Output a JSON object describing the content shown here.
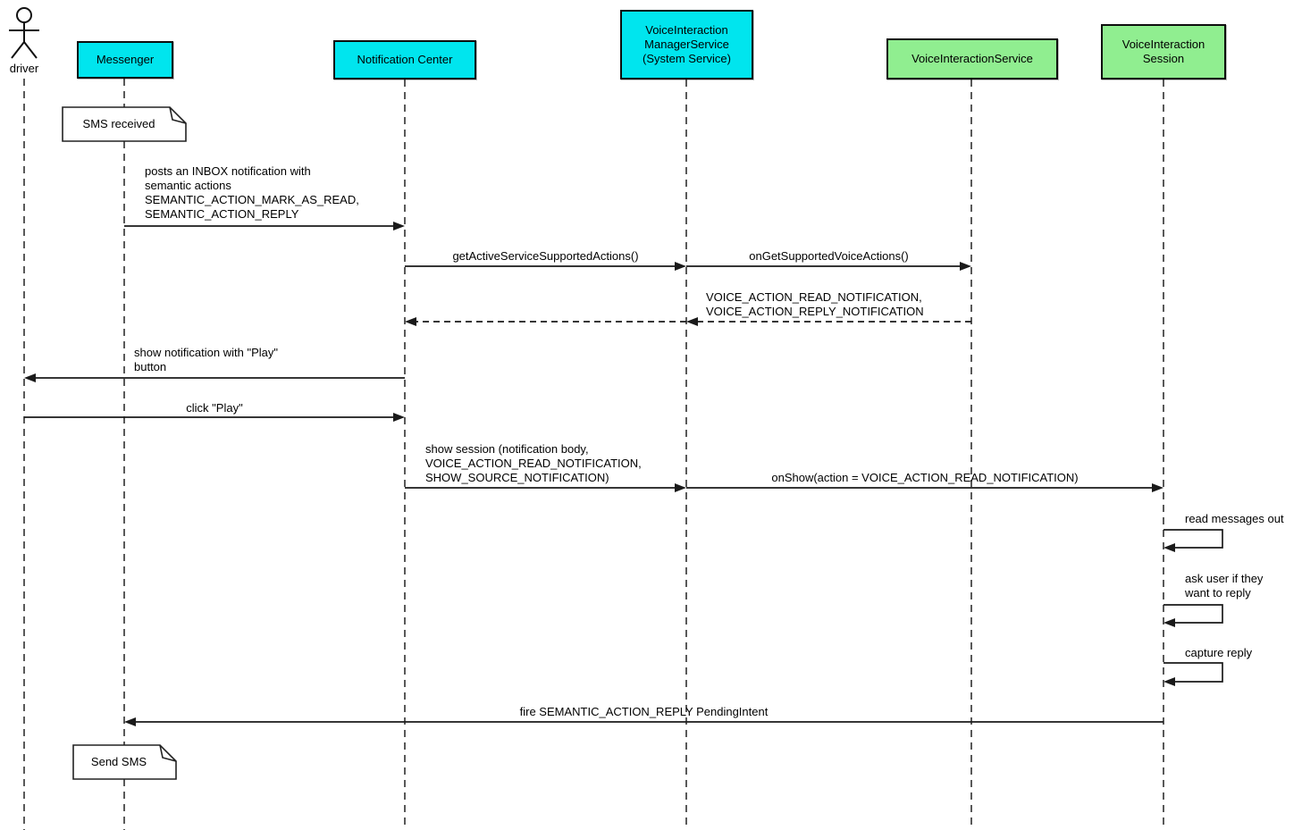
{
  "actor": {
    "label": "driver"
  },
  "participants": [
    {
      "id": "messenger",
      "label": "Messenger",
      "color": "#00e5ee"
    },
    {
      "id": "notification-center",
      "label": "Notification Center",
      "color": "#00e5ee"
    },
    {
      "id": "voice-interaction-manager-service",
      "label": "VoiceInteraction\nManagerService\n(System Service)",
      "color": "#00e5ee"
    },
    {
      "id": "voice-interaction-service",
      "label": "VoiceInteractionService",
      "color": "#90ee90"
    },
    {
      "id": "voice-interaction-session",
      "label": "VoiceInteraction\nSession",
      "color": "#90ee90"
    }
  ],
  "notes": [
    {
      "id": "sms-received",
      "text": "SMS received"
    },
    {
      "id": "send-sms",
      "text": "Send SMS"
    }
  ],
  "messages": [
    {
      "from": "Messenger",
      "to": "Notification Center",
      "text": "posts an INBOX notification with\nsemantic actions\nSEMANTIC_ACTION_MARK_AS_READ,\nSEMANTIC_ACTION_REPLY"
    },
    {
      "from": "Notification Center",
      "to": "VoiceInteractionManagerService",
      "text": "getActiveServiceSupportedActions()"
    },
    {
      "from": "VoiceInteractionManagerService",
      "to": "VoiceInteractionService",
      "text": "onGetSupportedVoiceActions()"
    },
    {
      "from": "VoiceInteractionService",
      "to": "Notification Center",
      "text": "VOICE_ACTION_READ_NOTIFICATION,\nVOICE_ACTION_REPLY_NOTIFICATION"
    },
    {
      "from": "Notification Center",
      "to": "driver",
      "text": "show notification with \"Play\"\nbutton"
    },
    {
      "from": "driver",
      "to": "Notification Center",
      "text": "click \"Play\""
    },
    {
      "from": "Notification Center",
      "to": "VoiceInteractionManagerService",
      "text": "show session (notification body,\nVOICE_ACTION_READ_NOTIFICATION,\nSHOW_SOURCE_NOTIFICATION)"
    },
    {
      "from": "VoiceInteractionManagerService",
      "to": "VoiceInteractionSession",
      "text": "onShow(action = VOICE_ACTION_READ_NOTIFICATION)"
    },
    {
      "from": "VoiceInteractionSession",
      "to": "VoiceInteractionSession",
      "text": "read messages out"
    },
    {
      "from": "VoiceInteractionSession",
      "to": "VoiceInteractionSession",
      "text": "ask user if they\nwant to reply"
    },
    {
      "from": "VoiceInteractionSession",
      "to": "VoiceInteractionSession",
      "text": "capture reply"
    },
    {
      "from": "VoiceInteractionSession",
      "to": "Messenger",
      "text": "fire SEMANTIC_ACTION_REPLY PendingIntent"
    }
  ],
  "colors": {
    "participant_cyan": "#00e5ee",
    "participant_green": "#90ee90",
    "line": "#1a1a1a",
    "background": "#ffffff"
  }
}
